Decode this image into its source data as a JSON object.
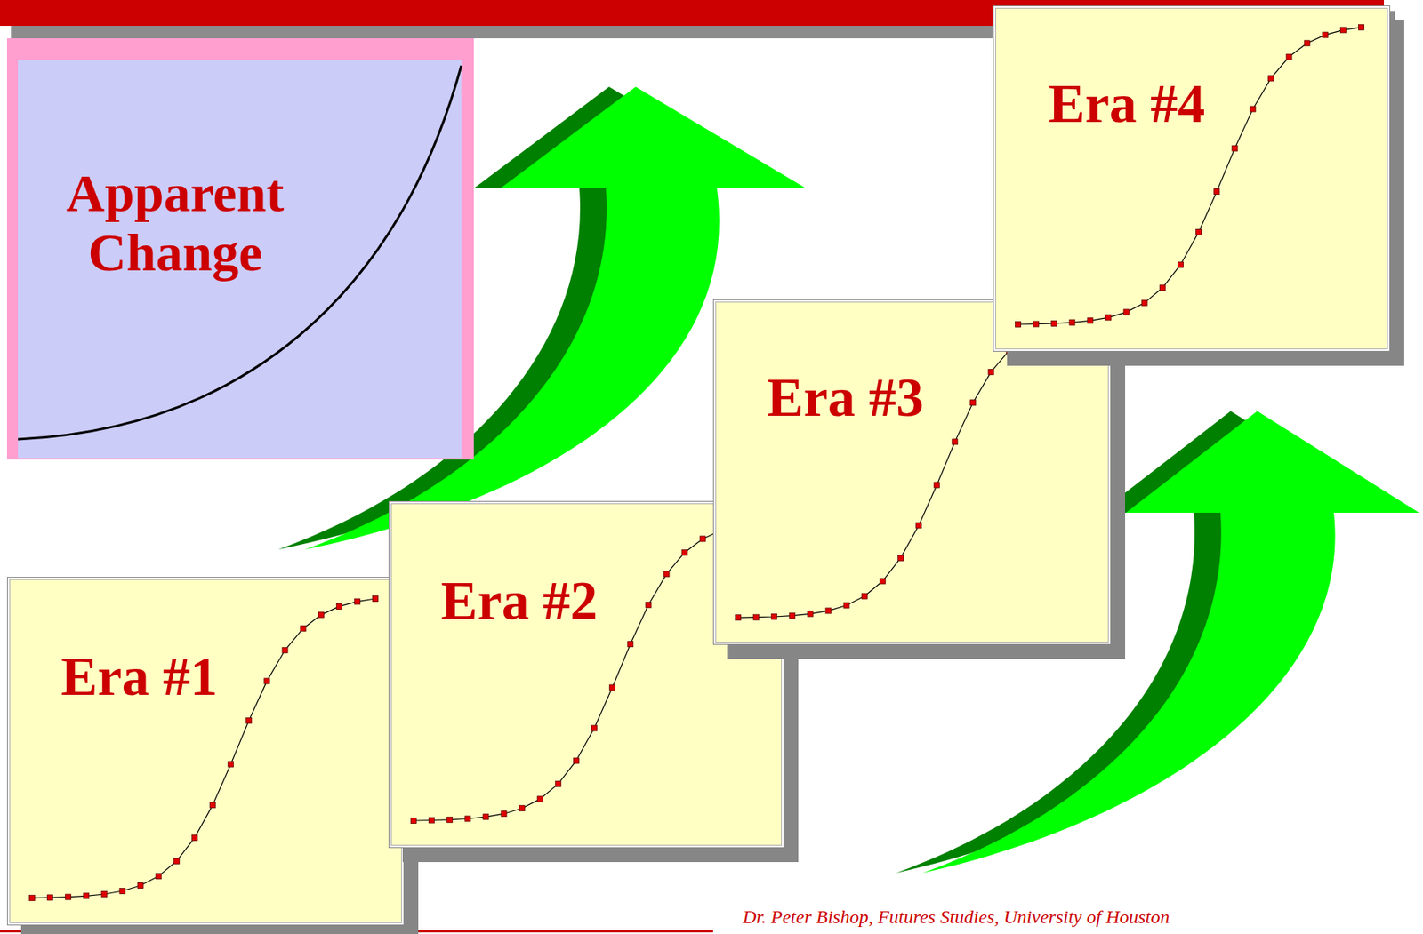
{
  "diagram": {
    "caption": "Dr. Peter Bishop, Futures Studies, University of Houston",
    "nodes": [
      {
        "text": [
          "Apparent Change"
        ]
      },
      {
        "text": [
          "Era #1"
        ]
      },
      {
        "text": [
          "Era #2"
        ]
      },
      {
        "text": [
          "Era #3"
        ]
      },
      {
        "text": [
          "Era #4"
        ]
      }
    ]
  }
}
